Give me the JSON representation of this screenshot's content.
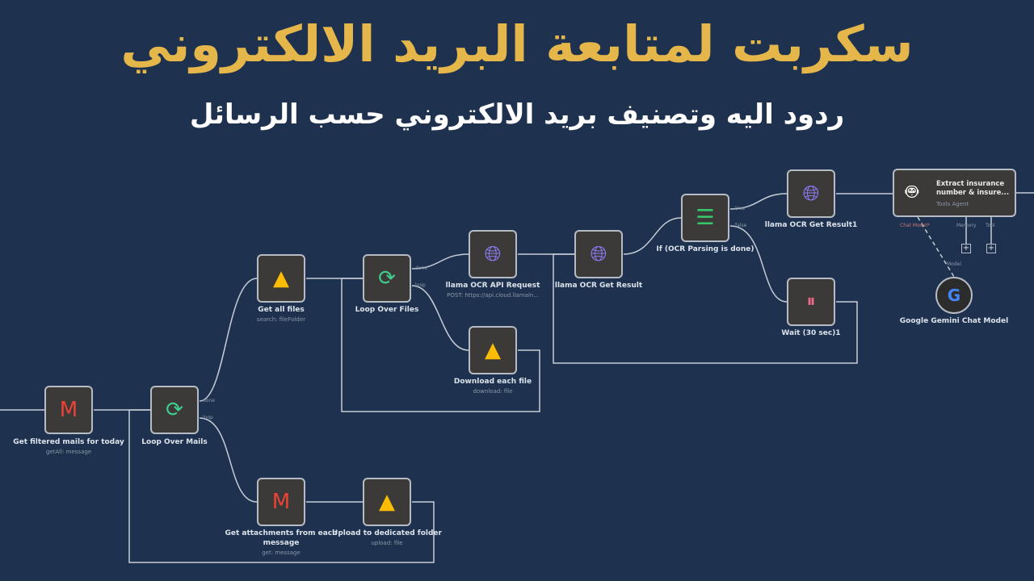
{
  "header": {
    "title": "سكربت لمتابعة البريد الالكتروني",
    "subtitle": "ردود اليه وتصنيف بريد الالكتروني حسب الرسائل"
  },
  "nodes": {
    "gmail_filter": {
      "label": "Get filtered mails for today",
      "sub": "getAll: message",
      "icon": "gmail-icon"
    },
    "loop_mails": {
      "label": "Loop Over Mails",
      "icon": "loop-icon",
      "out1": "done",
      "out2": "loop"
    },
    "get_files": {
      "label": "Get all files",
      "sub": "search: fileFolder",
      "icon": "google-drive-icon"
    },
    "loop_files": {
      "label": "Loop Over Files",
      "icon": "loop-icon",
      "out1": "done",
      "out2": "loop"
    },
    "ocr_request": {
      "label": "llama OCR API Request",
      "sub": "POST: https://api.cloud.llamain...",
      "icon": "globe-icon"
    },
    "download": {
      "label": "Download each file",
      "sub": "download: file",
      "icon": "google-drive-icon"
    },
    "ocr_result": {
      "label": "llama OCR Get Result",
      "icon": "globe-icon"
    },
    "if_node": {
      "label": "If (OCR Parsing is done)",
      "icon": "signpost-icon",
      "out1": "true",
      "out2": "false"
    },
    "ocr_result1": {
      "label": "llama OCR Get Result1",
      "icon": "globe-icon"
    },
    "wait": {
      "label": "Wait (30 sec)1",
      "icon": "pause-icon"
    },
    "agent": {
      "label": "Extract insurance number & insure...",
      "sub": "Tools Agent",
      "icon": "robot-icon",
      "port_model": "Chat Model*",
      "port_memory": "Memory",
      "port_tool": "Tool"
    },
    "gemini": {
      "label": "Google Gemini Chat Model",
      "port": "Model",
      "icon": "google-icon"
    },
    "attachments": {
      "label": "Get attachments from each message",
      "sub": "get: message",
      "icon": "gmail-icon"
    },
    "upload": {
      "label": "Upload to dedicated folder",
      "sub": "upload: file",
      "icon": "google-drive-icon"
    }
  },
  "colors": {
    "title": "#e5b64a",
    "background": "#1e3250",
    "loop": "#3ecf8e",
    "globe": "#8b7cf6",
    "if": "#35c96a",
    "wait": "#f06a8a"
  }
}
